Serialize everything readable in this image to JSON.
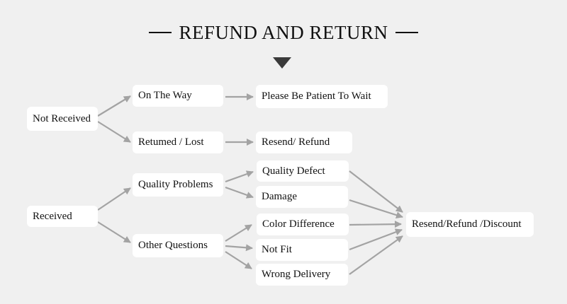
{
  "title": "REFUND AND RETURN",
  "nodes": {
    "not_received": "Not Received",
    "on_the_way": "On The Way",
    "please_wait": "Please Be Patient To Wait",
    "returned_lost": "Retumed / Lost",
    "resend_refund": "Resend/ Refund",
    "received": "Received",
    "quality_problems": "Quality Problems",
    "quality_defect": "Quality Defect",
    "damage": "Damage",
    "other_questions": "Other Questions",
    "color_difference": "Color Difference",
    "not_fit": "Not Fit",
    "wrong_delivery": "Wrong Delivery",
    "resend_refund_discount": "Resend/Refund /Discount"
  },
  "colors": {
    "background": "#f0f0f0",
    "box": "#ffffff",
    "arrow": "#a3a3a3",
    "text": "#111111"
  }
}
